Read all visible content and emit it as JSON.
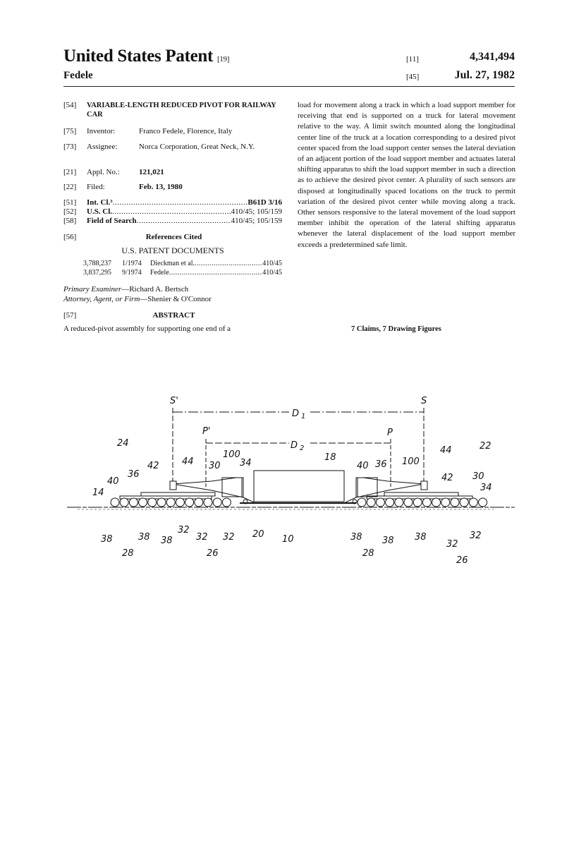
{
  "header": {
    "title": "United States Patent",
    "title_code": "[19]",
    "inventor_short": "Fedele",
    "number_code": "[11]",
    "patent_number": "4,341,494",
    "date_code": "[45]",
    "date": "Jul. 27, 1982"
  },
  "biblio": {
    "title_code": "[54]",
    "title": "VARIABLE-LENGTH REDUCED PIVOT FOR RAILWAY CAR",
    "inventor": {
      "code": "[75]",
      "label": "Inventor:",
      "value": "Franco Fedele, Florence, Italy"
    },
    "assignee": {
      "code": "[73]",
      "label": "Assignee:",
      "value": "Norca Corporation, Great Neck, N.Y."
    },
    "appl": {
      "code": "[21]",
      "label": "Appl. No.:",
      "value": "121,021"
    },
    "filed": {
      "code": "[22]",
      "label": "Filed:",
      "value": "Feb. 13, 1980"
    },
    "int_cl": {
      "code": "[51]",
      "label": "Int. Cl.³",
      "value": "B61D 3/16"
    },
    "us_cl": {
      "code": "[52]",
      "label": "U.S. Cl.",
      "value": "410/45; 105/159"
    },
    "search": {
      "code": "[58]",
      "label": "Field of Search",
      "value": "410/45; 105/159"
    }
  },
  "references": {
    "code": "[56]",
    "heading": "References Cited",
    "subheading": "U.S. PATENT DOCUMENTS",
    "rows": [
      {
        "number": "3,788,237",
        "date": "1/1974",
        "name": "Dieckman et al.",
        "class": "410/45"
      },
      {
        "number": "3,837,295",
        "date": "9/1974",
        "name": "Fedele",
        "class": "410/45"
      }
    ]
  },
  "examiner": {
    "label": "Primary Examiner",
    "value": "Richard A. Bertsch"
  },
  "attorney": {
    "label": "Attorney, Agent, or Firm",
    "value": "Shenier & O'Connor"
  },
  "abstract": {
    "code": "[57]",
    "heading": "ABSTRACT",
    "text_start": "A reduced-pivot assembly for supporting one end of a",
    "text_cont": "load for movement along a track in which a load support member for receiving that end is supported on a truck for lateral movement relative to the way. A limit switch mounted along the longitudinal center line of the truck at a location corresponding to a desired pivot center spaced from the load support center senses the lateral deviation of an adjacent portion of the load support member and actuates lateral shifting apparatus to shift the load support member in such a direction as to achieve the desired pivot center. A plurality of such sensors are disposed at longitudinally spaced locations on the truck to permit variation of the desired pivot center while moving along a track. Other sensors responsive to the lateral movement of the load support member inhibit the operation of the lateral shifting apparatus whenever the lateral displacement of the load support member exceeds a predetermined safe limit."
  },
  "claims": "7 Claims, 7 Drawing Figures",
  "figure_labels": {
    "s_prime": "S'",
    "s": "S",
    "d1": "D",
    "d1_sub": "1",
    "p_prime": "P'",
    "p": "P",
    "d2": "D",
    "d2_sub": "2",
    "l18": "18",
    "l24": "24",
    "l22": "22",
    "l42a": "42",
    "l44a": "44",
    "l44b": "44",
    "l100a": "100",
    "l100b": "100",
    "l30a": "30",
    "l34a": "34",
    "l40b": "40",
    "l36b": "36",
    "l42b": "42",
    "l30b": "30",
    "l34b": "34",
    "l36a": "36",
    "l40a": "40",
    "l14": "14",
    "l38a": "38",
    "l38b": "38",
    "l38c": "38",
    "l32a": "32",
    "l32b": "32",
    "l32c": "32",
    "l20": "20",
    "l10": "10",
    "l28a": "28",
    "l26a": "26",
    "l38d": "38",
    "l38e": "38",
    "l38f": "38",
    "l32d": "32",
    "l32e": "32",
    "l28b": "28",
    "l26b": "26"
  }
}
